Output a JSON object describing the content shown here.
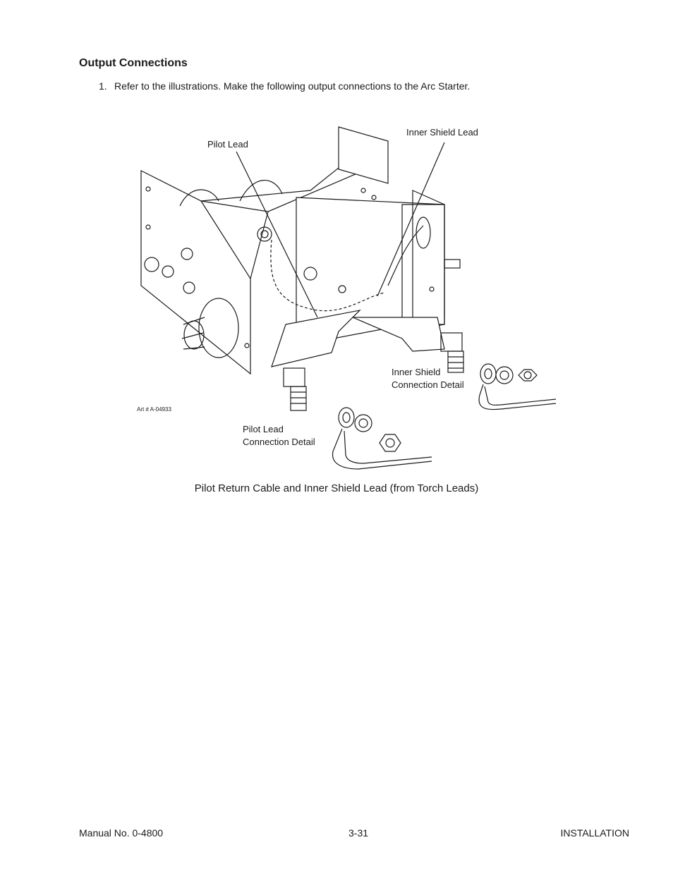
{
  "section": {
    "heading": "Output Connections"
  },
  "step": {
    "number": "1.",
    "text": "Refer to the illustrations.  Make the following output connections to the Arc Starter."
  },
  "figure": {
    "labels": {
      "pilot_lead": "Pilot Lead",
      "inner_shield_lead": "Inner Shield Lead",
      "inner_shield_detail_1": "Inner Shield",
      "inner_shield_detail_2": "Connection Detail",
      "pilot_detail_1": "Pilot Lead",
      "pilot_detail_2": "Connection Detail"
    },
    "art_number": "Art # A-04933",
    "caption": "Pilot Return Cable and Inner Shield Lead (from Torch Leads)"
  },
  "footer": {
    "manual": "Manual No. 0-4800",
    "page": "3-31",
    "section": "INSTALLATION"
  }
}
